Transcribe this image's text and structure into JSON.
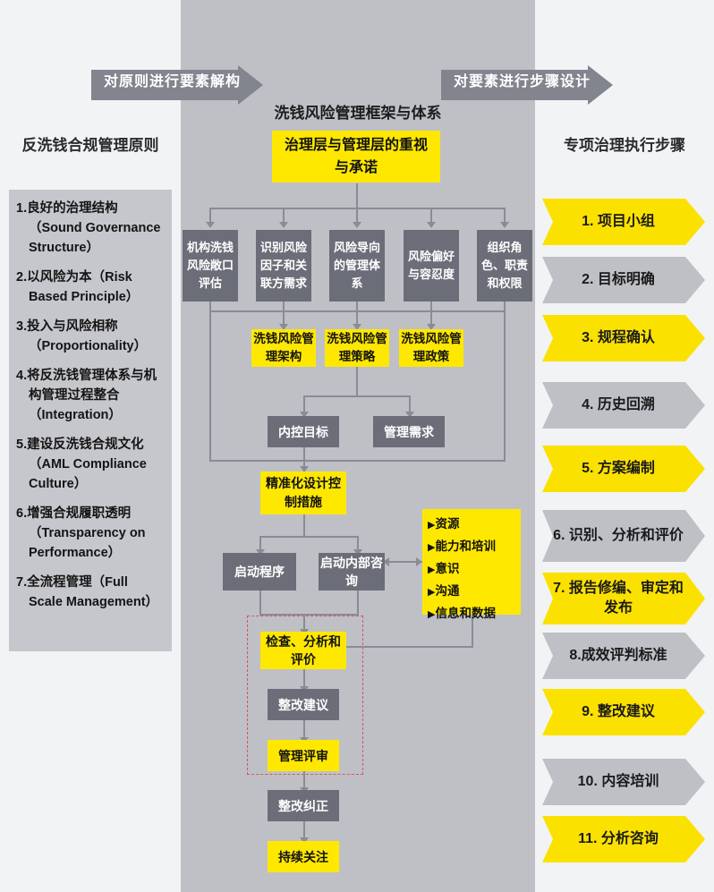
{
  "colors": {
    "yellow": "#FFE800",
    "step_yellow": "#FBE100",
    "gray_node": "#6B6D78",
    "gray_panel": "#BFC0C6",
    "light_panel": "#F2F3F5",
    "banner_gray": "#82848E",
    "dashed_red": "#D4565C",
    "connector": "#8A8C95"
  },
  "banners": {
    "left": "对原则进行要素解构",
    "right": "对要素进行步骤设计"
  },
  "left_column": {
    "title": "反洗钱合规管理原则",
    "principles": [
      "1.良好的治理结构（Sound Governance Structure）",
      "2.以风险为本（Risk Based Principle）",
      "3.投入与风险相称（Proportionality）",
      "4.将反洗钱管理体系与机构管理过程整合（Integration）",
      "5.建设反洗钱合规文化（AML Compliance Culture）",
      "6.增强合规履职透明（Transparency on Performance）",
      "7.全流程管理（Full Scale Management）"
    ]
  },
  "center_column": {
    "title": "洗钱风险管理框架与体系",
    "top_node": "治理层与管理层的重视与承诺",
    "level2": [
      "机构洗钱风险敞口评估",
      "识别风险因子和关联方需求",
      "风险导向的管理体系",
      "风险偏好与容忍度",
      "组织角色、职责和权限"
    ],
    "level3": [
      "洗钱风险管理架构",
      "洗钱风险管理策略",
      "洗钱风险管理政策"
    ],
    "level4": [
      "内控目标",
      "管理需求"
    ],
    "design_node": "精准化设计控制措施",
    "launch": [
      "启动程序",
      "启动内部咨询"
    ],
    "resources": [
      "资源",
      "能力和培训",
      "意识",
      "沟通",
      "信息和数据"
    ],
    "audit_loop": [
      "检查、分析和评价",
      "整改建议",
      "管理评审"
    ],
    "tail": [
      "整改纠正",
      "持续关注"
    ]
  },
  "right_column": {
    "title": "专项治理执行步骤",
    "steps": [
      {
        "label": "1. 项目小组",
        "color": "yellow"
      },
      {
        "label": "2. 目标明确",
        "color": "gray"
      },
      {
        "label": "3. 规程确认",
        "color": "yellow"
      },
      {
        "label": "4. 历史回溯",
        "color": "gray"
      },
      {
        "label": "5. 方案编制",
        "color": "yellow"
      },
      {
        "label": "6. 识别、分析和评价",
        "color": "gray"
      },
      {
        "label": "7. 报告修编、审定和发布",
        "color": "yellow"
      },
      {
        "label": "8.成效评判标准",
        "color": "gray"
      },
      {
        "label": "9. 整改建议",
        "color": "yellow"
      },
      {
        "label": "10. 内容培训",
        "color": "gray"
      },
      {
        "label": "11. 分析咨询",
        "color": "yellow"
      }
    ]
  }
}
